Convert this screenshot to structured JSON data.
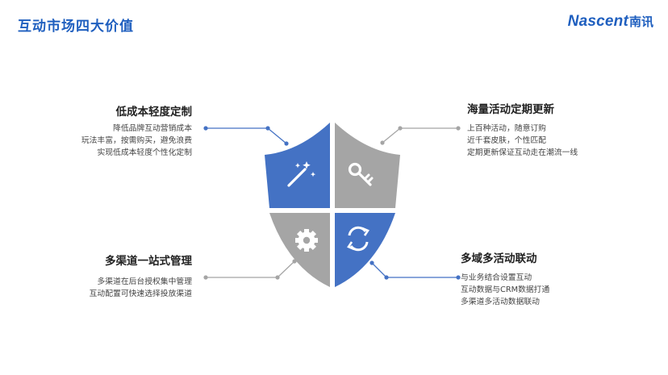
{
  "page": {
    "title": "互动市场四大价值",
    "logo_en": "Nascent",
    "logo_cn": "南讯"
  },
  "colors": {
    "accent_blue": "#4472c4",
    "gray": "#a5a5a5",
    "title_blue": "#1f5fbf"
  },
  "features": [
    {
      "title": "低成本轻度定制",
      "lines": [
        "降低品牌互动营销成本",
        "玩法丰富，按需购买，避免浪费",
        "实现低成本轻度个性化定制"
      ],
      "icon": "magic-wand-icon",
      "quadrant_color": "blue"
    },
    {
      "title": "海量活动定期更新",
      "lines": [
        "上百种活动，随意订购",
        "近千套皮肤，个性匹配",
        "定期更新保证互动走在潮流一线"
      ],
      "icon": "key-icon",
      "quadrant_color": "gray"
    },
    {
      "title": "多渠道一站式管理",
      "lines": [
        "多渠道在后台授权集中管理",
        "互动配置可快速选择投放渠道"
      ],
      "icon": "gear-icon",
      "quadrant_color": "gray"
    },
    {
      "title": "多域多活动联动",
      "lines": [
        "与业务结合设置互动",
        "互动数据与CRM数据打通",
        "多渠道多活动数据联动"
      ],
      "icon": "refresh-icon",
      "quadrant_color": "blue"
    }
  ]
}
